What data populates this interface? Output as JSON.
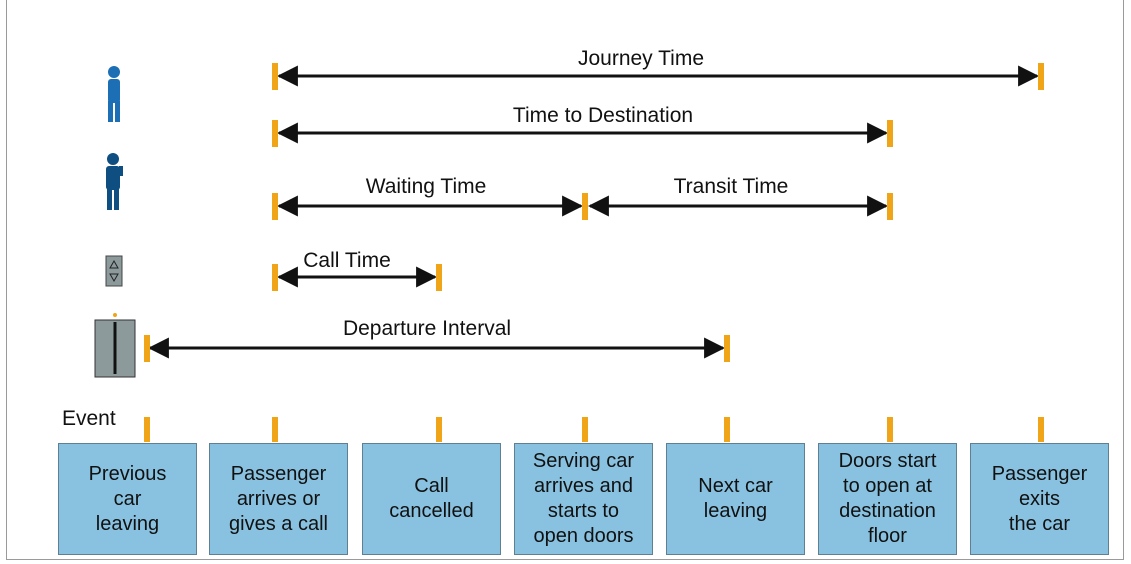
{
  "colors": {
    "tick": "#f0a518",
    "arrow": "#111111",
    "box_fill": "#89c2e0",
    "person": "#1d6fb5",
    "person_dark": "#0f4e80",
    "elevator": "#8c9a9c"
  },
  "icons": [
    "person-standing-icon",
    "person-phone-icon",
    "call-button-icon",
    "elevator-car-icon"
  ],
  "intervals": {
    "journey_time": "Journey Time",
    "time_to_destination": "Time to Destination",
    "waiting_time": "Waiting Time",
    "transit_time": "Transit Time",
    "call_time": "Call Time",
    "departure_interval": "Departure Interval"
  },
  "event_label": "Event",
  "events": [
    "Previous\ncar\nleaving",
    "Passenger\narrives or\ngives a call",
    "Call\ncancelled",
    "Serving car\narrives and\nstarts to\nopen doors",
    "Next car\nleaving",
    "Doors start\nto open at\ndestination\nfloor",
    "Passenger\nexits\nthe car"
  ]
}
